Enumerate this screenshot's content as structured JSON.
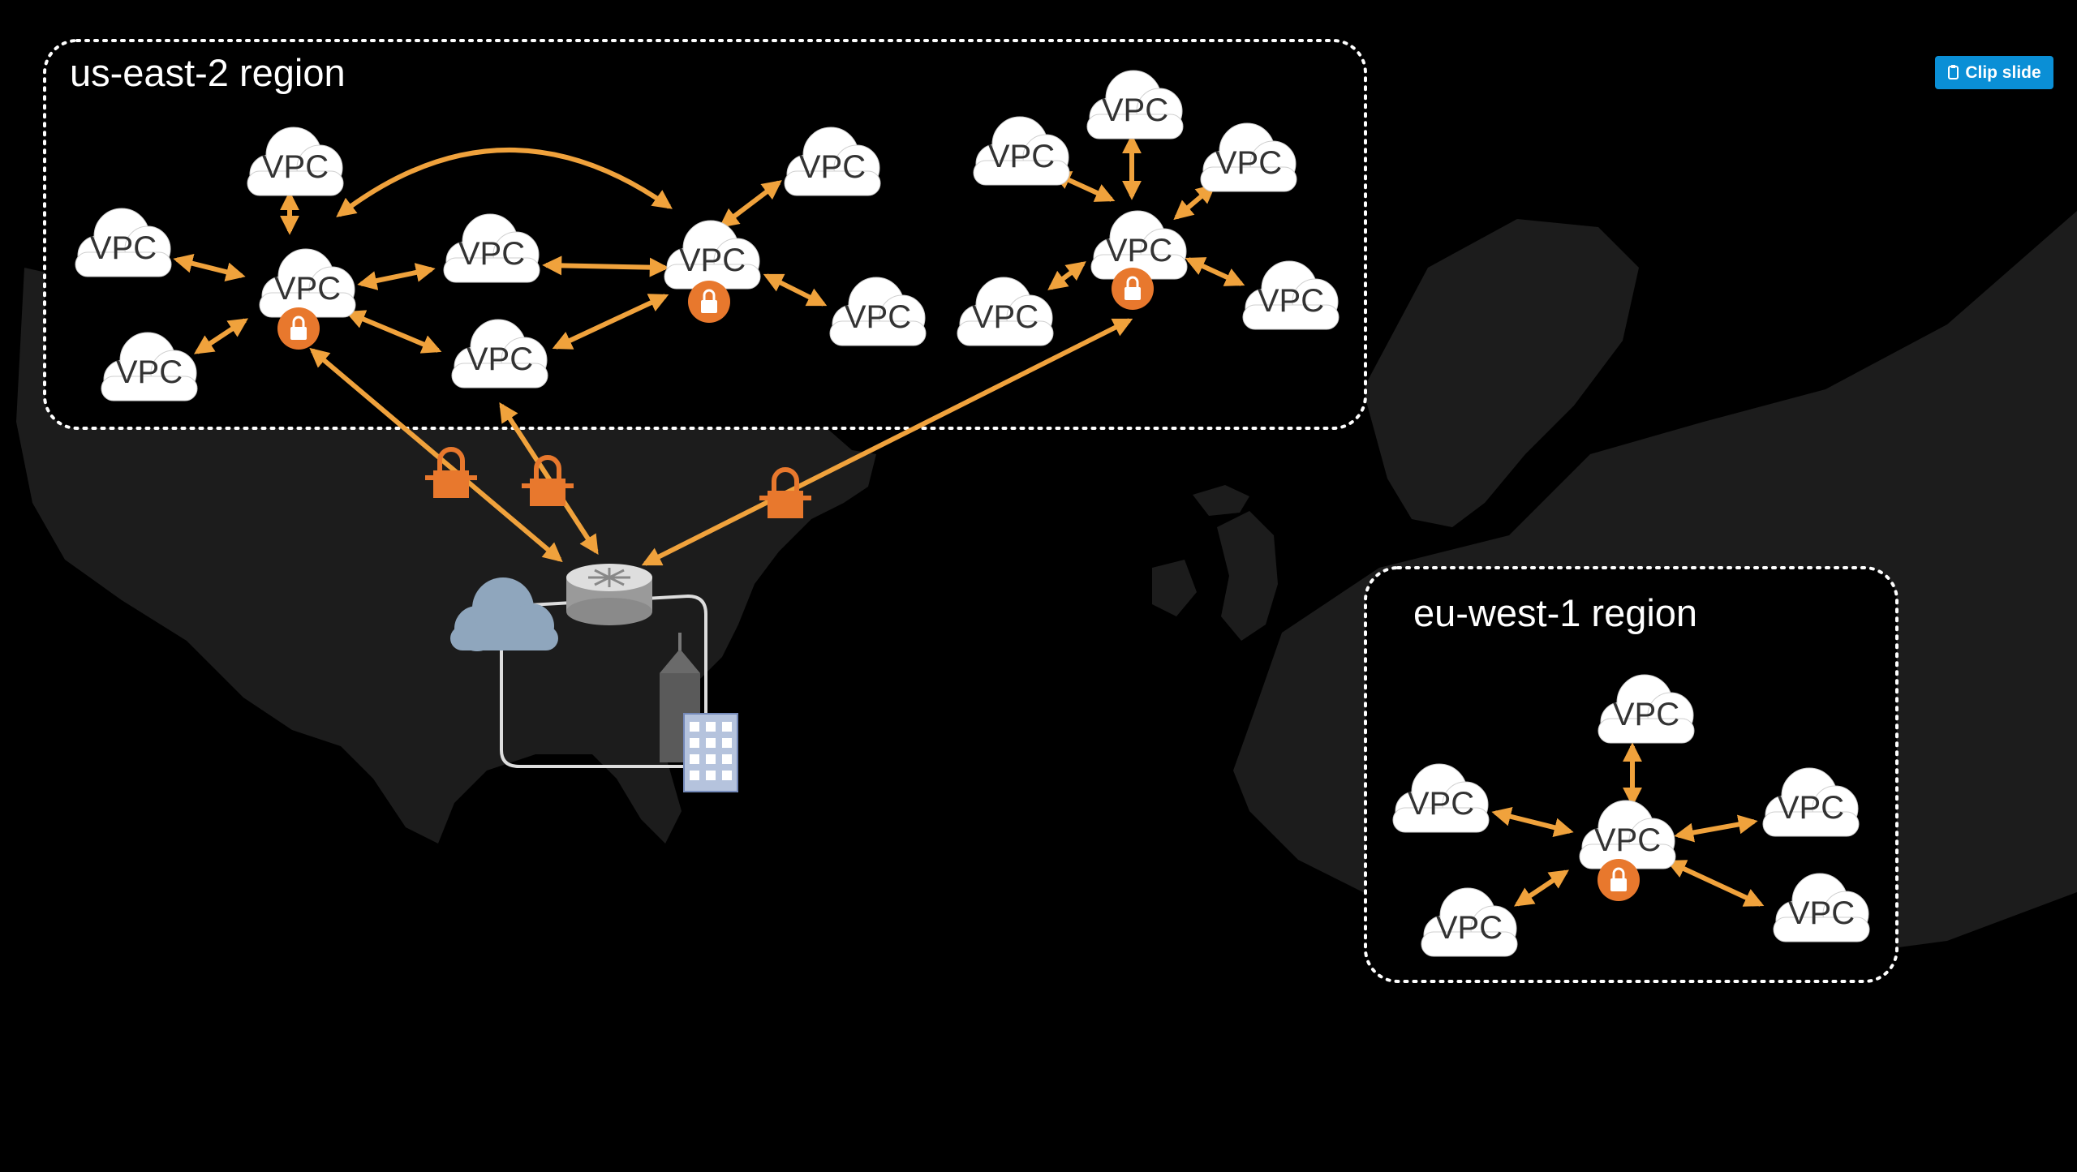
{
  "regions": [
    {
      "id": "us-east-2",
      "label": "us-east-2 region"
    },
    {
      "id": "eu-west-1",
      "label": "eu-west-1 region"
    }
  ],
  "vpc_label": "VPC",
  "clip_button": {
    "label": "Clip slide",
    "icon": "clip-icon"
  },
  "colors": {
    "background": "#000000",
    "map_land": "#1c1c1c",
    "arrow": "#f0a23c",
    "lock": "#e8782d",
    "cloud": "#ffffff",
    "onprem_cloud": "#8fa6bd",
    "region_border": "#ffffff",
    "clip_button": "#0a8fd6"
  },
  "icons": [
    "vpc-cloud-icon",
    "lock-icon",
    "vpn-lock-icon",
    "router-icon",
    "corporate-cloud-icon",
    "skyscraper-icon",
    "office-building-icon"
  ]
}
